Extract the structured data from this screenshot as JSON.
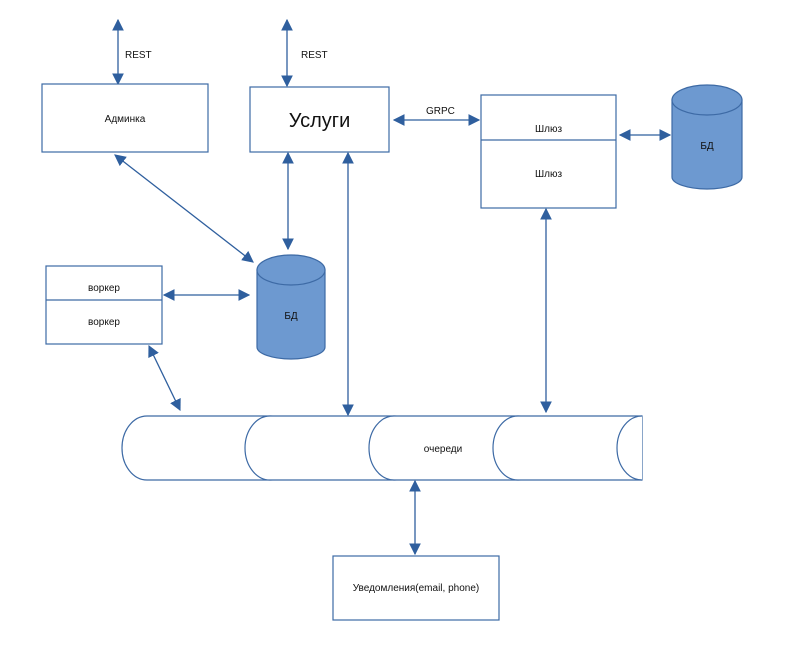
{
  "nodes": {
    "admin": "Админка",
    "services": "Услуги",
    "gateway_top": "Шлюз",
    "gateway_bottom": "Шлюз",
    "worker_top": "воркер",
    "worker_bottom": "воркер",
    "db_main": "БД",
    "db_gateway": "БД",
    "queues": "очереди",
    "notifications": "Уведомления(email, phone)"
  },
  "edges": {
    "admin_api": "REST",
    "services_api": "REST",
    "services_gateway": "GRPC"
  },
  "colors": {
    "line": "#2f5f9e",
    "db_fill": "#6d99d0",
    "box_stroke": "#3d6aa5"
  }
}
